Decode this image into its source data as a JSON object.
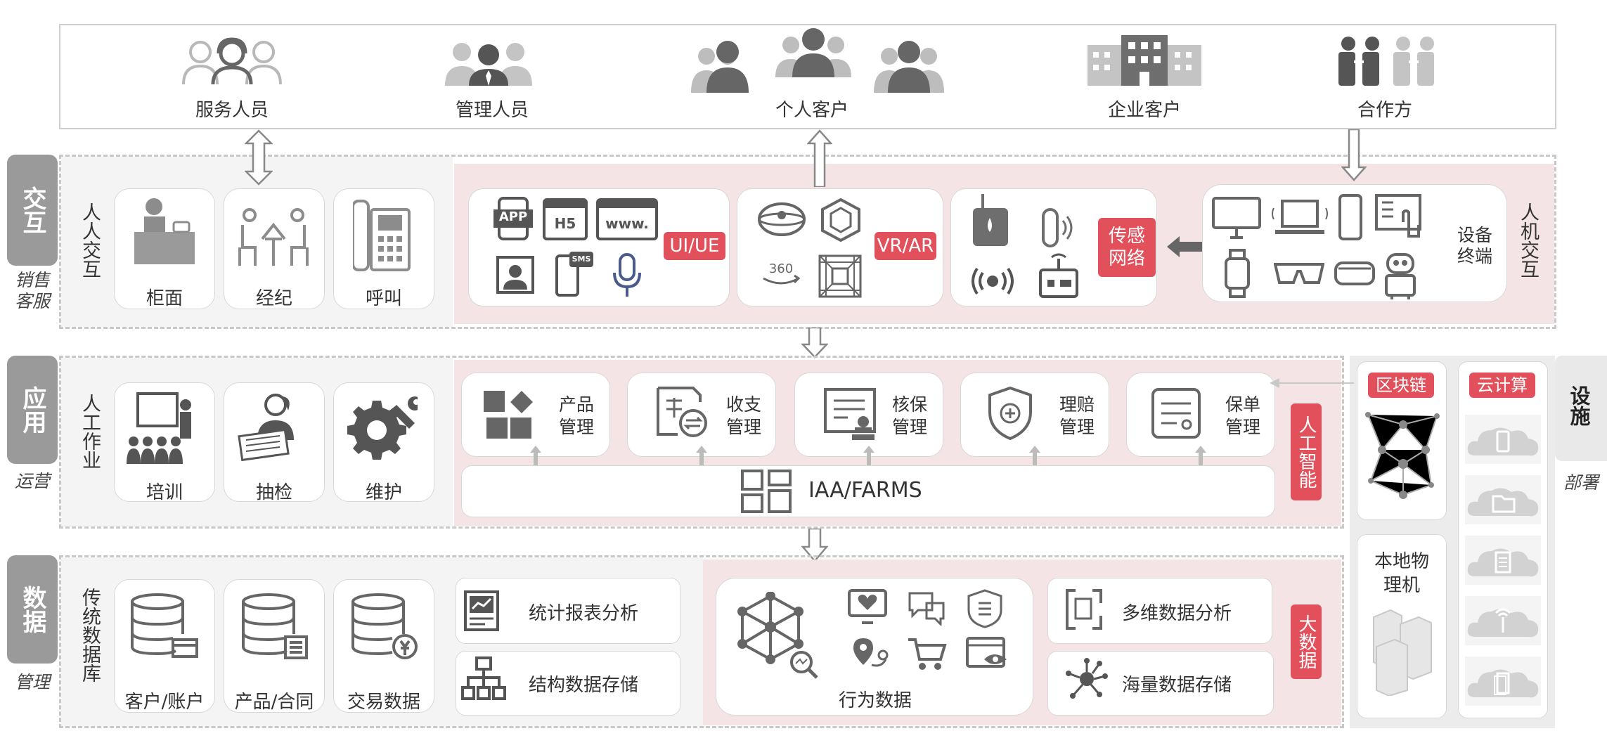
{
  "top_roles": [
    "服务人员",
    "管理人员",
    "个人客户",
    "企业客户",
    "合作方"
  ],
  "layers": {
    "interaction": {
      "title": "交互",
      "subtitle": "销售客服"
    },
    "application": {
      "title": "应用",
      "subtitle": "运营"
    },
    "data": {
      "title": "数据",
      "subtitle": "管理"
    },
    "infra": {
      "title": "设施",
      "subtitle": "部署"
    }
  },
  "interaction": {
    "human_label": "人人交互",
    "human_items": [
      "柜面",
      "经纪",
      "呼叫"
    ],
    "tags": [
      "UI/UE",
      "VR/AR",
      "传感网络"
    ],
    "device_label": "设备终端",
    "hci_label": "人机交互",
    "icon_text": {
      "app": "APP",
      "h5": "H5",
      "www": "www.",
      "sms": "SMS",
      "deg360": "360"
    }
  },
  "application": {
    "manual_label": "人工作业",
    "manual_items": [
      "培训",
      "抽检",
      "维护"
    ],
    "modules": [
      "产品管理",
      "收支管理",
      "核保管理",
      "理赔管理",
      "保单管理"
    ],
    "platform": "IAA/FARMS",
    "ai_tag": "人工智能"
  },
  "data": {
    "traditional_label": "传统数据库",
    "db_items": [
      "客户/账户",
      "产品/合同",
      "交易数据"
    ],
    "analysis": [
      "统计报表分析",
      "结构数据存储"
    ],
    "behavior": "行为数据",
    "big_items": [
      "多维数据分析",
      "海量数据存储"
    ],
    "big_tag": "大数据"
  },
  "infra": {
    "blockchain": "区块链",
    "cloud": "云计算",
    "local": "本地物理机"
  },
  "colors": {
    "accent_red": "#e2505c",
    "pink_zone": "#f4e4e6",
    "gray_icon": "#8c8c8c",
    "gray_pill": "#9a9a9a"
  }
}
